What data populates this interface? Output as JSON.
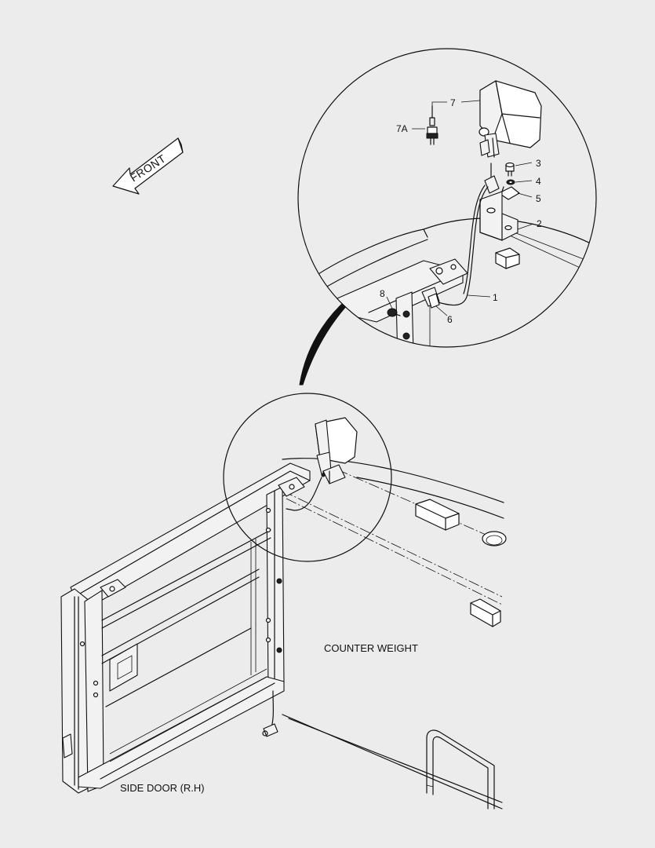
{
  "labels": {
    "front": "FRONT",
    "counter_weight": "COUNTER WEIGHT",
    "side_door": "SIDE DOOR (R.H)"
  },
  "callouts": {
    "c1": "1",
    "c2": "2",
    "c3": "3",
    "c4": "4",
    "c5": "5",
    "c6": "6",
    "c7": "7",
    "c7a": "7A",
    "c8": "8"
  }
}
